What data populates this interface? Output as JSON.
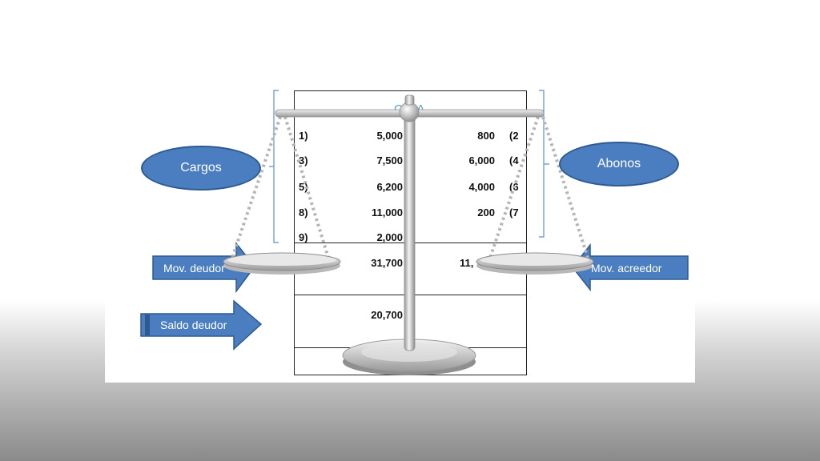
{
  "ledger": {
    "title": "CAJA",
    "rows": [
      {
        "ref": "1)",
        "debit": "5,000",
        "credit": "800",
        "cref": "(2"
      },
      {
        "ref": "3)",
        "debit": "7,500",
        "credit": "6,000",
        "cref": "(4"
      },
      {
        "ref": "5)",
        "debit": "6,200",
        "credit": "4,000",
        "cref": "(6"
      },
      {
        "ref": "8)",
        "debit": "11,000",
        "credit": "200",
        "cref": "(7"
      },
      {
        "ref": "9)",
        "debit": "2,000",
        "credit": "",
        "cref": ""
      }
    ],
    "total_debit": "31,700",
    "total_credit": "11,",
    "balance": "20,700"
  },
  "labels": {
    "cargos": "Cargos",
    "abonos": "Abonos",
    "mov_deudor": "Mov. deudor",
    "mov_acreedor": "Mov. acreedor",
    "saldo_deudor": "Saldo deudor"
  },
  "colors": {
    "shape_fill": "#4a7ec0",
    "shape_border": "#2e5a8e",
    "title_color": "#4aa3c8"
  }
}
